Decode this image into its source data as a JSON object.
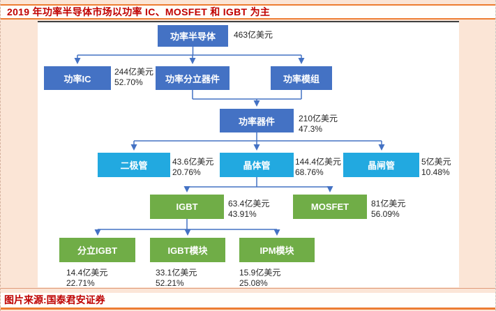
{
  "title": "2019 年功率半导体市场以功率 IC、MOSFET 和 IGBT 为主",
  "source": "图片来源:国泰君安证券",
  "colors": {
    "page_background": "#FBE5D6",
    "accent_orange": "#ED7D31",
    "title_red": "#C00000",
    "box_blue": "#4472C4",
    "box_cyan": "#22A9E0",
    "box_green": "#70AD47",
    "connector_blue": "#4472C4"
  },
  "chart_data": {
    "type": "table",
    "title": "2019 年功率半导体市场结构（亿美元，占上级比例）",
    "nodes": [
      {
        "label": "功率半导体",
        "value": "463亿美元",
        "share": "",
        "parent": ""
      },
      {
        "label": "功率IC",
        "value": "244亿美元",
        "share": "52.70%",
        "parent": "功率半导体"
      },
      {
        "label": "功率分立器件",
        "value": "",
        "share": "",
        "parent": "功率半导体"
      },
      {
        "label": "功率模组",
        "value": "",
        "share": "",
        "parent": "功率半导体"
      },
      {
        "label": "功率器件",
        "value": "210亿美元",
        "share": "47.3%",
        "parent": "功率分立器件+功率模组"
      },
      {
        "label": "二极管",
        "value": "43.6亿美元",
        "share": "20.76%",
        "parent": "功率器件"
      },
      {
        "label": "晶体管",
        "value": "144.4亿美元",
        "share": "68.76%",
        "parent": "功率器件"
      },
      {
        "label": "晶闸管",
        "value": "5亿美元",
        "share": "10.48%",
        "parent": "功率器件"
      },
      {
        "label": "IGBT",
        "value": "63.4亿美元",
        "share": "43.91%",
        "parent": "晶体管"
      },
      {
        "label": "MOSFET",
        "value": "81亿美元",
        "share": "56.09%",
        "parent": "晶体管"
      },
      {
        "label": "分立IGBT",
        "value": "14.4亿美元",
        "share": "22.71%",
        "parent": "IGBT"
      },
      {
        "label": "IGBT模块",
        "value": "33.1亿美元",
        "share": "52.21%",
        "parent": "IGBT"
      },
      {
        "label": "IPM模块",
        "value": "15.9亿美元",
        "share": "25.08%",
        "parent": "IGBT"
      }
    ]
  }
}
